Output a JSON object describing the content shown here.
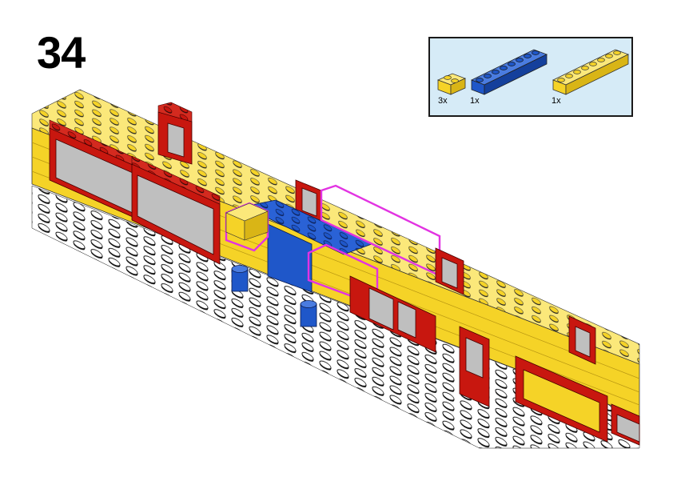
{
  "step": {
    "number": "34"
  },
  "parts_list": {
    "items": [
      {
        "qty": "3x",
        "part": "yellow-1x2-brick-icon",
        "color": "#f5d327"
      },
      {
        "qty": "1x",
        "part": "blue-1x8-brick-icon",
        "color": "#1f57c9"
      },
      {
        "qty": "1x",
        "part": "yellow-1x8-brick-icon",
        "color": "#f5d327"
      }
    ],
    "background": "#d6ebf7"
  },
  "colors": {
    "yellow": "#f5d327",
    "blue": "#1f57c9",
    "red": "#c8170f",
    "glass": "#bfbfbf",
    "highlight": "#e233e2",
    "baseplate": "#ffffff"
  }
}
